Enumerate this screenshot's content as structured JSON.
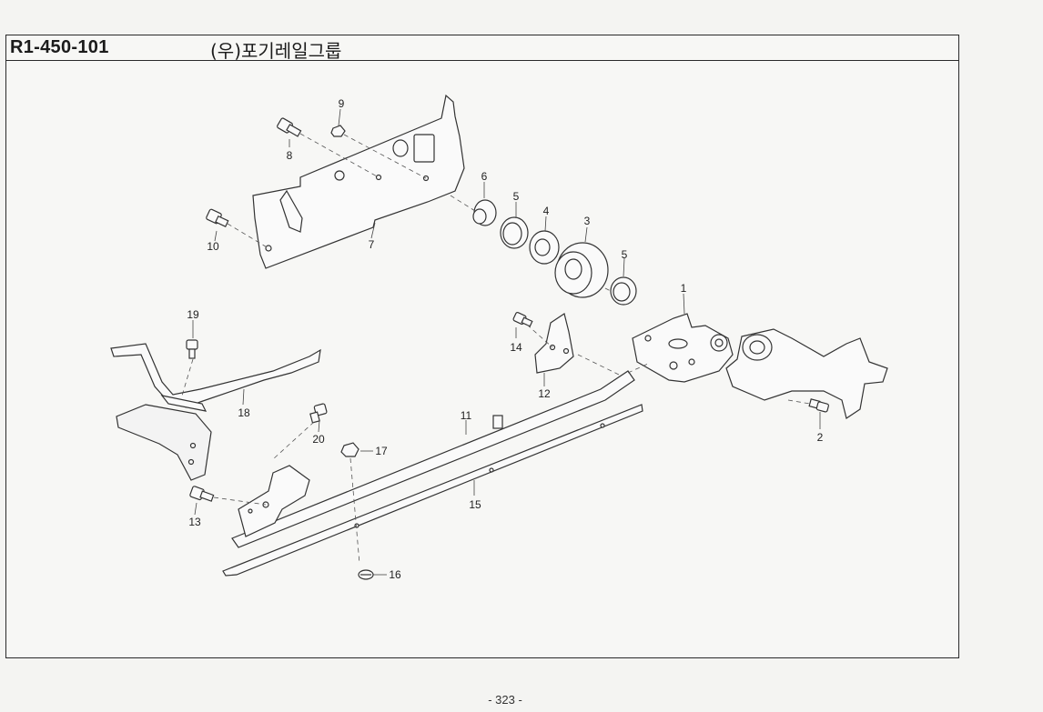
{
  "header": {
    "code": "R1-450-101",
    "title": "(우)포기레일그룹"
  },
  "footer": {
    "page_number": "- 323 -"
  },
  "callouts": [
    "1",
    "2",
    "3",
    "4",
    "5",
    "5",
    "6",
    "7",
    "8",
    "9",
    "10",
    "11",
    "12",
    "13",
    "14",
    "15",
    "16",
    "17",
    "18",
    "19",
    "20"
  ]
}
